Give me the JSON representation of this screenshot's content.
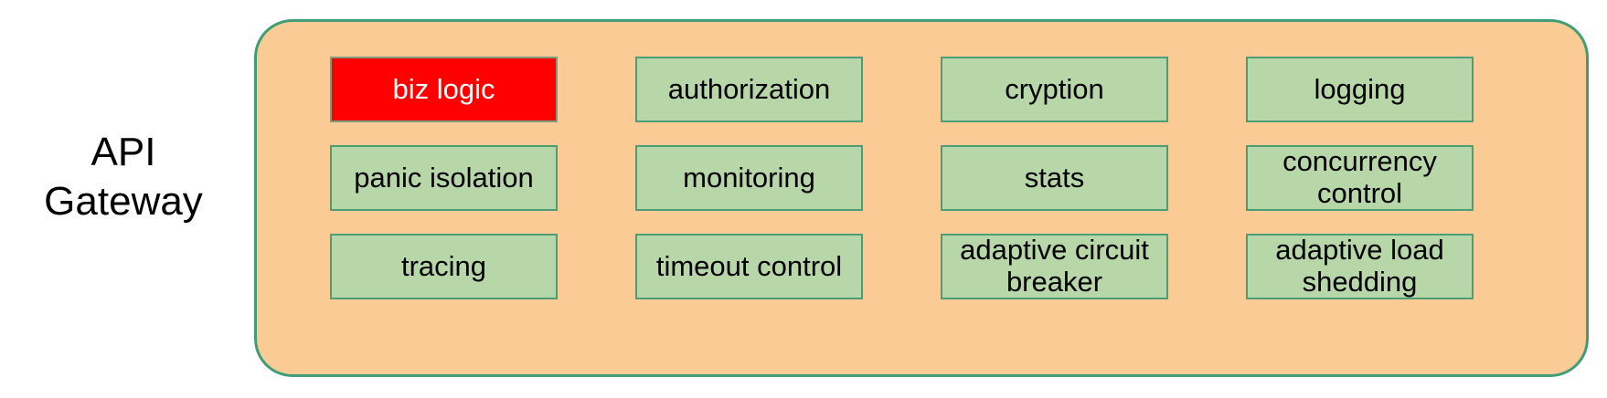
{
  "diagram": {
    "side_label": "API\nGateway",
    "colors": {
      "container_fill": "#fbcb96",
      "container_border": "#3f9e76",
      "cell_fill": "#b7d7a8",
      "cell_border": "#4c9e77",
      "highlight_fill": "#ff0000",
      "highlight_text": "#ffffff",
      "text": "#000000"
    },
    "rows": [
      [
        {
          "label": "biz logic",
          "highlight": true
        },
        {
          "label": "authorization",
          "highlight": false
        },
        {
          "label": "cryption",
          "highlight": false
        },
        {
          "label": "logging",
          "highlight": false
        }
      ],
      [
        {
          "label": "panic isolation",
          "highlight": false
        },
        {
          "label": "monitoring",
          "highlight": false
        },
        {
          "label": "stats",
          "highlight": false
        },
        {
          "label": "concurrency\ncontrol",
          "highlight": false
        }
      ],
      [
        {
          "label": "tracing",
          "highlight": false
        },
        {
          "label": "timeout control",
          "highlight": false
        },
        {
          "label": "adaptive circuit\nbreaker",
          "highlight": false
        },
        {
          "label": "adaptive load\nshedding",
          "highlight": false
        }
      ]
    ]
  }
}
